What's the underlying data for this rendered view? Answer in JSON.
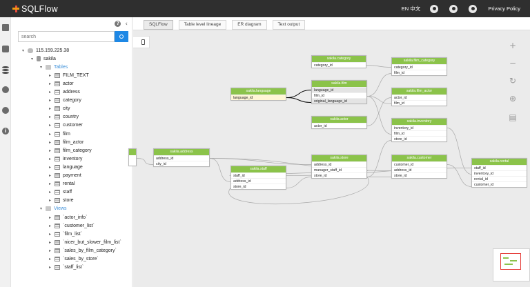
{
  "header": {
    "app_title": "SQLFlow",
    "lang": "EN  中文",
    "privacy": "Privacy Policy"
  },
  "sidebar": {
    "search_placeholder": "search",
    "tree": [
      {
        "label": "115.159.225.38",
        "indent": 0,
        "icon": "cloud",
        "arrow": "▾",
        "blue": false
      },
      {
        "label": "sakila",
        "indent": 1,
        "icon": "dbi",
        "arrow": "▾",
        "blue": false
      },
      {
        "label": "Tables",
        "indent": 2,
        "icon": "folder",
        "arrow": "▾",
        "blue": true
      },
      {
        "label": "FILM_TEXT",
        "indent": 3,
        "icon": "tbl",
        "arrow": "▸",
        "blue": false
      },
      {
        "label": "actor",
        "indent": 3,
        "icon": "tbl",
        "arrow": "▸",
        "blue": false
      },
      {
        "label": "address",
        "indent": 3,
        "icon": "tbl",
        "arrow": "▸",
        "blue": false
      },
      {
        "label": "category",
        "indent": 3,
        "icon": "tbl",
        "arrow": "▸",
        "blue": false
      },
      {
        "label": "city",
        "indent": 3,
        "icon": "tbl",
        "arrow": "▸",
        "blue": false
      },
      {
        "label": "country",
        "indent": 3,
        "icon": "tbl",
        "arrow": "▸",
        "blue": false
      },
      {
        "label": "customer",
        "indent": 3,
        "icon": "tbl",
        "arrow": "▸",
        "blue": false
      },
      {
        "label": "film",
        "indent": 3,
        "icon": "tbl",
        "arrow": "▸",
        "blue": false
      },
      {
        "label": "film_actor",
        "indent": 3,
        "icon": "tbl",
        "arrow": "▸",
        "blue": false
      },
      {
        "label": "film_category",
        "indent": 3,
        "icon": "tbl",
        "arrow": "▸",
        "blue": false
      },
      {
        "label": "inventory",
        "indent": 3,
        "icon": "tbl",
        "arrow": "▸",
        "blue": false
      },
      {
        "label": "language",
        "indent": 3,
        "icon": "tbl",
        "arrow": "▸",
        "blue": false
      },
      {
        "label": "payment",
        "indent": 3,
        "icon": "tbl",
        "arrow": "▸",
        "blue": false
      },
      {
        "label": "rental",
        "indent": 3,
        "icon": "tbl",
        "arrow": "▸",
        "blue": false
      },
      {
        "label": "staff",
        "indent": 3,
        "icon": "tbl",
        "arrow": "▸",
        "blue": false
      },
      {
        "label": "store",
        "indent": 3,
        "icon": "tbl",
        "arrow": "▸",
        "blue": false
      },
      {
        "label": "Views",
        "indent": 2,
        "icon": "folder",
        "arrow": "▾",
        "blue": true
      },
      {
        "label": "`actor_info`",
        "indent": 3,
        "icon": "tbl",
        "arrow": "▸",
        "blue": false
      },
      {
        "label": "`customer_list`",
        "indent": 3,
        "icon": "tbl",
        "arrow": "▸",
        "blue": false
      },
      {
        "label": "`film_list`",
        "indent": 3,
        "icon": "tbl",
        "arrow": "▸",
        "blue": false
      },
      {
        "label": "`nicer_but_slower_film_list`",
        "indent": 3,
        "icon": "tbl",
        "arrow": "▸",
        "blue": false
      },
      {
        "label": "`sales_by_film_category`",
        "indent": 3,
        "icon": "tbl",
        "arrow": "▸",
        "blue": false
      },
      {
        "label": "`sales_by_store`",
        "indent": 3,
        "icon": "tbl",
        "arrow": "▸",
        "blue": false
      },
      {
        "label": "`staff_list`",
        "indent": 3,
        "icon": "tbl",
        "arrow": "▸",
        "blue": false
      }
    ]
  },
  "tabs": [
    {
      "label": "SQLFlow",
      "active": true
    },
    {
      "label": "Table level lineage",
      "active": false
    },
    {
      "label": "ER diagram",
      "active": false
    },
    {
      "label": "Text output",
      "active": false
    }
  ],
  "colors": {
    "node_header": "#8bc34a",
    "highlight_row": "#fff6d6",
    "edge": "#a9a9a9",
    "active_edge": "#000000",
    "minimap_viewport": "#e53935"
  },
  "nodes": [
    {
      "id": "partial",
      "title": "",
      "columns": []
    },
    {
      "id": "address",
      "title": "sakila.address",
      "columns": [
        {
          "name": "address_id"
        },
        {
          "name": "city_id"
        }
      ]
    },
    {
      "id": "language",
      "title": "sakila.language",
      "columns": [
        {
          "name": "language_id",
          "hl": true
        }
      ]
    },
    {
      "id": "category",
      "title": "sakila.category",
      "columns": [
        {
          "name": "category_id"
        }
      ]
    },
    {
      "id": "film",
      "title": "sakila.film",
      "columns": [
        {
          "name": "language_id",
          "gr": true
        },
        {
          "name": "film_id"
        },
        {
          "name": "original_language_id",
          "gr": true
        }
      ]
    },
    {
      "id": "actor",
      "title": "sakila.actor",
      "columns": [
        {
          "name": "actor_id"
        }
      ]
    },
    {
      "id": "film_category",
      "title": "sakila.film_category",
      "columns": [
        {
          "name": "category_id"
        },
        {
          "name": "film_id"
        }
      ]
    },
    {
      "id": "film_actor",
      "title": "sakila.film_actor",
      "columns": [
        {
          "name": "actor_id"
        },
        {
          "name": "film_id"
        }
      ]
    },
    {
      "id": "inventory",
      "title": "sakila.inventory",
      "columns": [
        {
          "name": "inventory_id"
        },
        {
          "name": "film_id"
        },
        {
          "name": "store_id"
        }
      ]
    },
    {
      "id": "staff",
      "title": "sakila.staff",
      "columns": [
        {
          "name": "staff_id"
        },
        {
          "name": "address_id"
        },
        {
          "name": "store_id"
        }
      ]
    },
    {
      "id": "store",
      "title": "sakila.store",
      "columns": [
        {
          "name": "address_id"
        },
        {
          "name": "manager_staff_id"
        },
        {
          "name": "store_id"
        }
      ]
    },
    {
      "id": "customer",
      "title": "sakila.customer",
      "columns": [
        {
          "name": "customer_id"
        },
        {
          "name": "address_id"
        },
        {
          "name": "store_id"
        }
      ]
    },
    {
      "id": "rental",
      "title": "sakila.rental",
      "columns": [
        {
          "name": "staff_id"
        },
        {
          "name": "inventory_id"
        },
        {
          "name": "rental_id"
        },
        {
          "name": "customer_id"
        }
      ]
    }
  ]
}
